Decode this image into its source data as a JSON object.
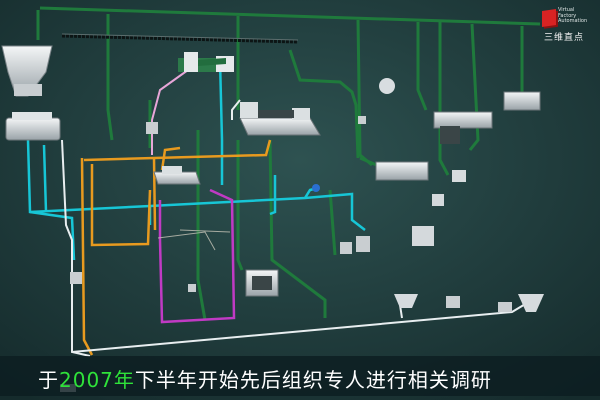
{
  "logo": {
    "line1": "Virtual",
    "line2": "Factory",
    "line3": "Automation",
    "brand": "三维直点"
  },
  "subtitle": {
    "prefix": "于",
    "highlight": "2007年",
    "rest": "下半年开始先后组织专人进行相关调研"
  },
  "colors": {
    "background": "#22403f",
    "pipe_green": "#1f7a3c",
    "pipe_cyan": "#17c6d6",
    "pipe_orange": "#e89a1f",
    "pipe_magenta": "#c03ac4",
    "pipe_white": "#e8eef0",
    "pipe_pink": "#e7a6d8",
    "highlight": "#2fe23a"
  }
}
